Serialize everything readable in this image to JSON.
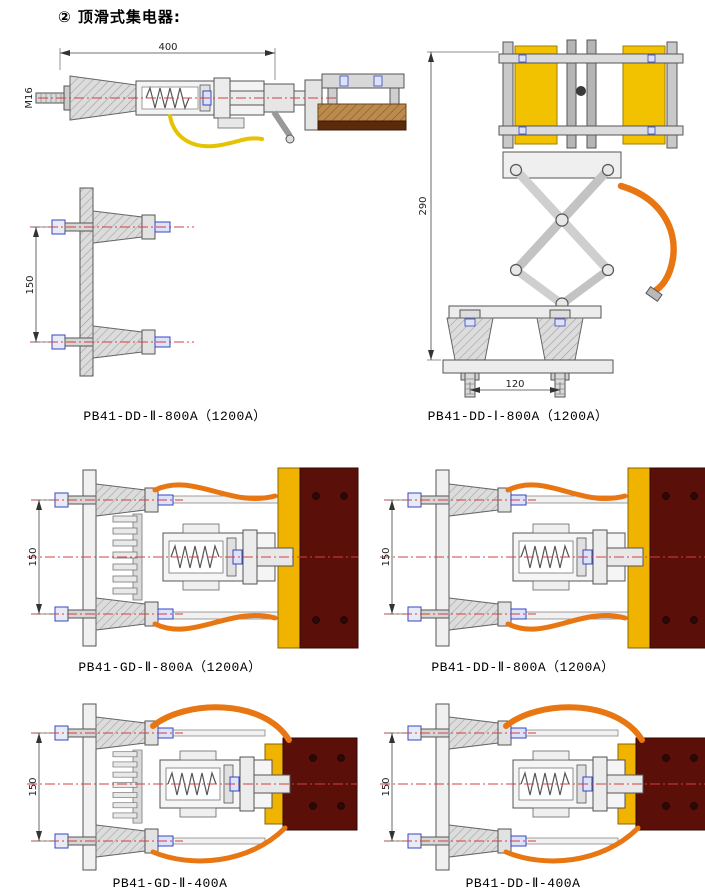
{
  "page": {
    "title": "② 顶滑式集电器:"
  },
  "colors": {
    "centerline_red": "#d04040",
    "strip_yellow": "#f0b400",
    "collector_yellow": "#f2c200",
    "wire_yellow": "#e6c300",
    "wire_orange": "#e87612",
    "contact_maroon": "#5a1008",
    "fastener_blue": "#3545c5"
  },
  "drawings": {
    "side": {
      "caption": "PB41-DD-Ⅱ-800A（1200A）",
      "dim_length": "400",
      "dim_thread": "M16",
      "dim_spacing": "150"
    },
    "pantograph": {
      "caption": "PB41-DD-Ⅰ-800A（1200A）",
      "dim_height": "290",
      "dim_spacing": "120"
    },
    "gd800": {
      "caption": "PB41-GD-Ⅱ-800A（1200A）",
      "dim_spacing": "150"
    },
    "dd800": {
      "caption": "PB41-DD-Ⅱ-800A（1200A）",
      "dim_spacing": "150"
    },
    "gd400": {
      "caption": "PB41-GD-Ⅱ-400A",
      "dim_spacing": "150"
    },
    "dd400": {
      "caption": "PB41-DD-Ⅱ-400A",
      "dim_spacing": "150"
    }
  }
}
